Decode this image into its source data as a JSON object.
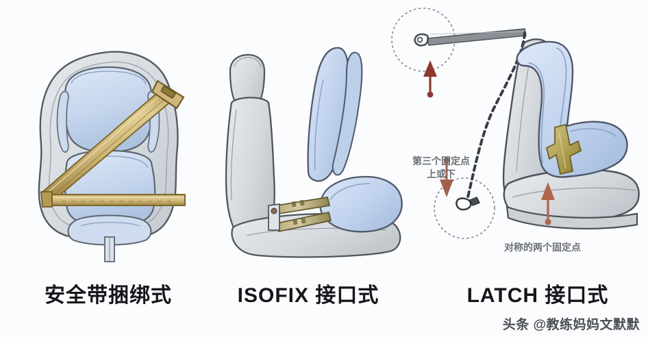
{
  "page": {
    "background_color": "#fbfcfd",
    "title_text_color": "#14161a",
    "annotation_text_color": "#6b6f76"
  },
  "palette": {
    "shell_gray": "#d9dde1",
    "shell_gray_dark": "#c2c7cd",
    "cushion_blue": "#c6d6ec",
    "cushion_blue_dark": "#a9bfdd",
    "cushion_blue_light": "#dbe6f5",
    "belt_khaki": "#cbb173",
    "belt_khaki_dark": "#9a8240",
    "outline": "#4a4f55",
    "arrow_red": "#8c3a30",
    "metal_gray": "#7c8085",
    "car_seat_gray": "#d4d7da"
  },
  "panels": [
    {
      "id": "panel-1",
      "name": "seatbelt-install",
      "caption": "安全带捆绑式",
      "description": "front view child car seat secured with vehicle seat belt"
    },
    {
      "id": "panel-2",
      "name": "isofix-install",
      "caption": "ISOFIX 接口式",
      "description": "side view of car seat with child seat attached by isofix rigid connectors"
    },
    {
      "id": "panel-3",
      "name": "latch-install",
      "caption": "LATCH 接口式",
      "description": "side view of child seat with top tether and two lower anchors"
    }
  ],
  "annotations": {
    "top_anchor": {
      "line1": "第三个固定点",
      "line2": "上或下"
    },
    "lower_anchors": "对称的两个固定点"
  },
  "watermark": {
    "text": "头条 @教练妈妈文默默"
  }
}
